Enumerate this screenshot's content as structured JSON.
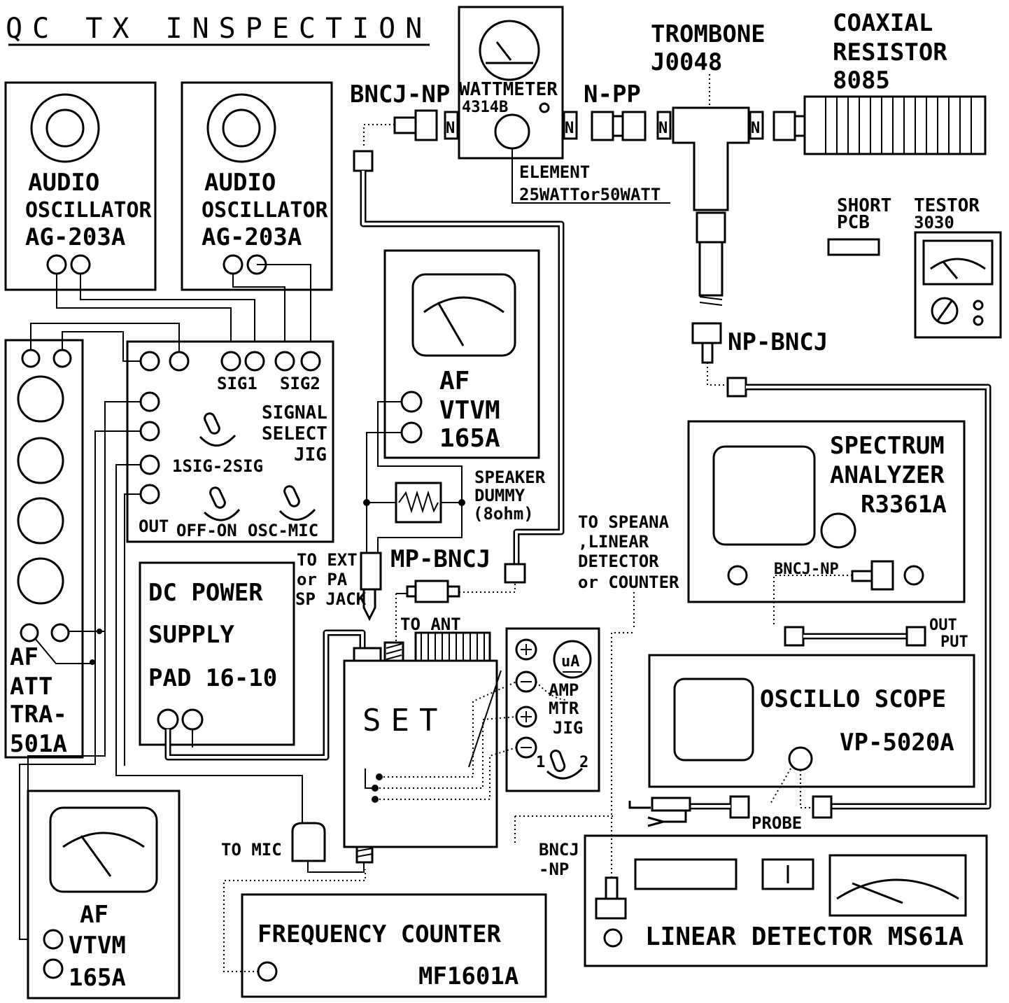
{
  "title": "QC TX INSPECTION",
  "equipment": {
    "audio_osc_1": [
      "AUDIO",
      "OSCILLATOR",
      "AG-203A"
    ],
    "audio_osc_2": [
      "AUDIO",
      "OSCILLATOR",
      "AG-203A"
    ],
    "wattmeter": [
      "WATTMETER",
      "4314B"
    ],
    "element": [
      "ELEMENT",
      "25WATTor50WATT"
    ],
    "trombone": [
      "TROMBONE",
      "J0048"
    ],
    "coax_resistor": [
      "COAXIAL",
      "RESISTOR",
      "8085"
    ],
    "short_pcb": [
      "SHORT",
      "PCB"
    ],
    "testor": [
      "TESTOR",
      "3030"
    ],
    "af_vtvm_mid": [
      "AF",
      "VTVM",
      "165A"
    ],
    "af_vtvm_low": [
      "AF",
      "VTVM",
      "165A"
    ],
    "spectrum_analyzer": [
      "SPECTRUM",
      "ANALYZER",
      "R3361A"
    ],
    "oscilloscope": [
      "OSCILLO SCOPE",
      "VP-5020A"
    ],
    "linear_detector": "LINEAR DETECTOR MS61A",
    "frequency_counter": [
      "FREQUENCY COUNTER",
      "MF1601A"
    ],
    "dc_power_supply": [
      "DC POWER",
      "SUPPLY",
      "PAD 16-10"
    ],
    "af_att": [
      "AF",
      "ATT",
      "TRA-",
      "501A"
    ],
    "signal_select_jig": [
      "SIGNAL",
      "SELECT",
      "JIG"
    ],
    "set": "SET",
    "amp_mtr_jig": [
      "AMP",
      "MTR",
      "JIG"
    ],
    "speaker_dummy": [
      "SPEAKER",
      "DUMMY",
      "(8ohm)"
    ]
  },
  "labels": {
    "sig1": "SIG1",
    "sig2": "SIG2",
    "sig_mode": "1SIG-2SIG",
    "out": "OUT",
    "off_on": "OFF-ON",
    "osc_mic": "OSC-MIC",
    "bncj_np_top": "BNCJ-NP",
    "n_pp": "N-PP",
    "np_bncj": "NP-BNCJ",
    "mp_bncj": "MP-BNCJ",
    "to_ext": [
      "TO EXT",
      "or PA",
      "SP JACK"
    ],
    "to_ant": "TO ANT",
    "to_speana": [
      "TO SPEANA",
      ",LINEAR",
      "DETECTOR",
      "or COUNTER"
    ],
    "bncj_np_spec": "BNCJ-NP",
    "out_put": [
      "OUT",
      "PUT"
    ],
    "probe": "PROBE",
    "bncj_np_lin": [
      "BNCJ",
      "-NP"
    ],
    "to_mic": "TO MIC",
    "ua": "uA",
    "sw_1": "1",
    "sw_2": "2",
    "n_marker": "N"
  }
}
